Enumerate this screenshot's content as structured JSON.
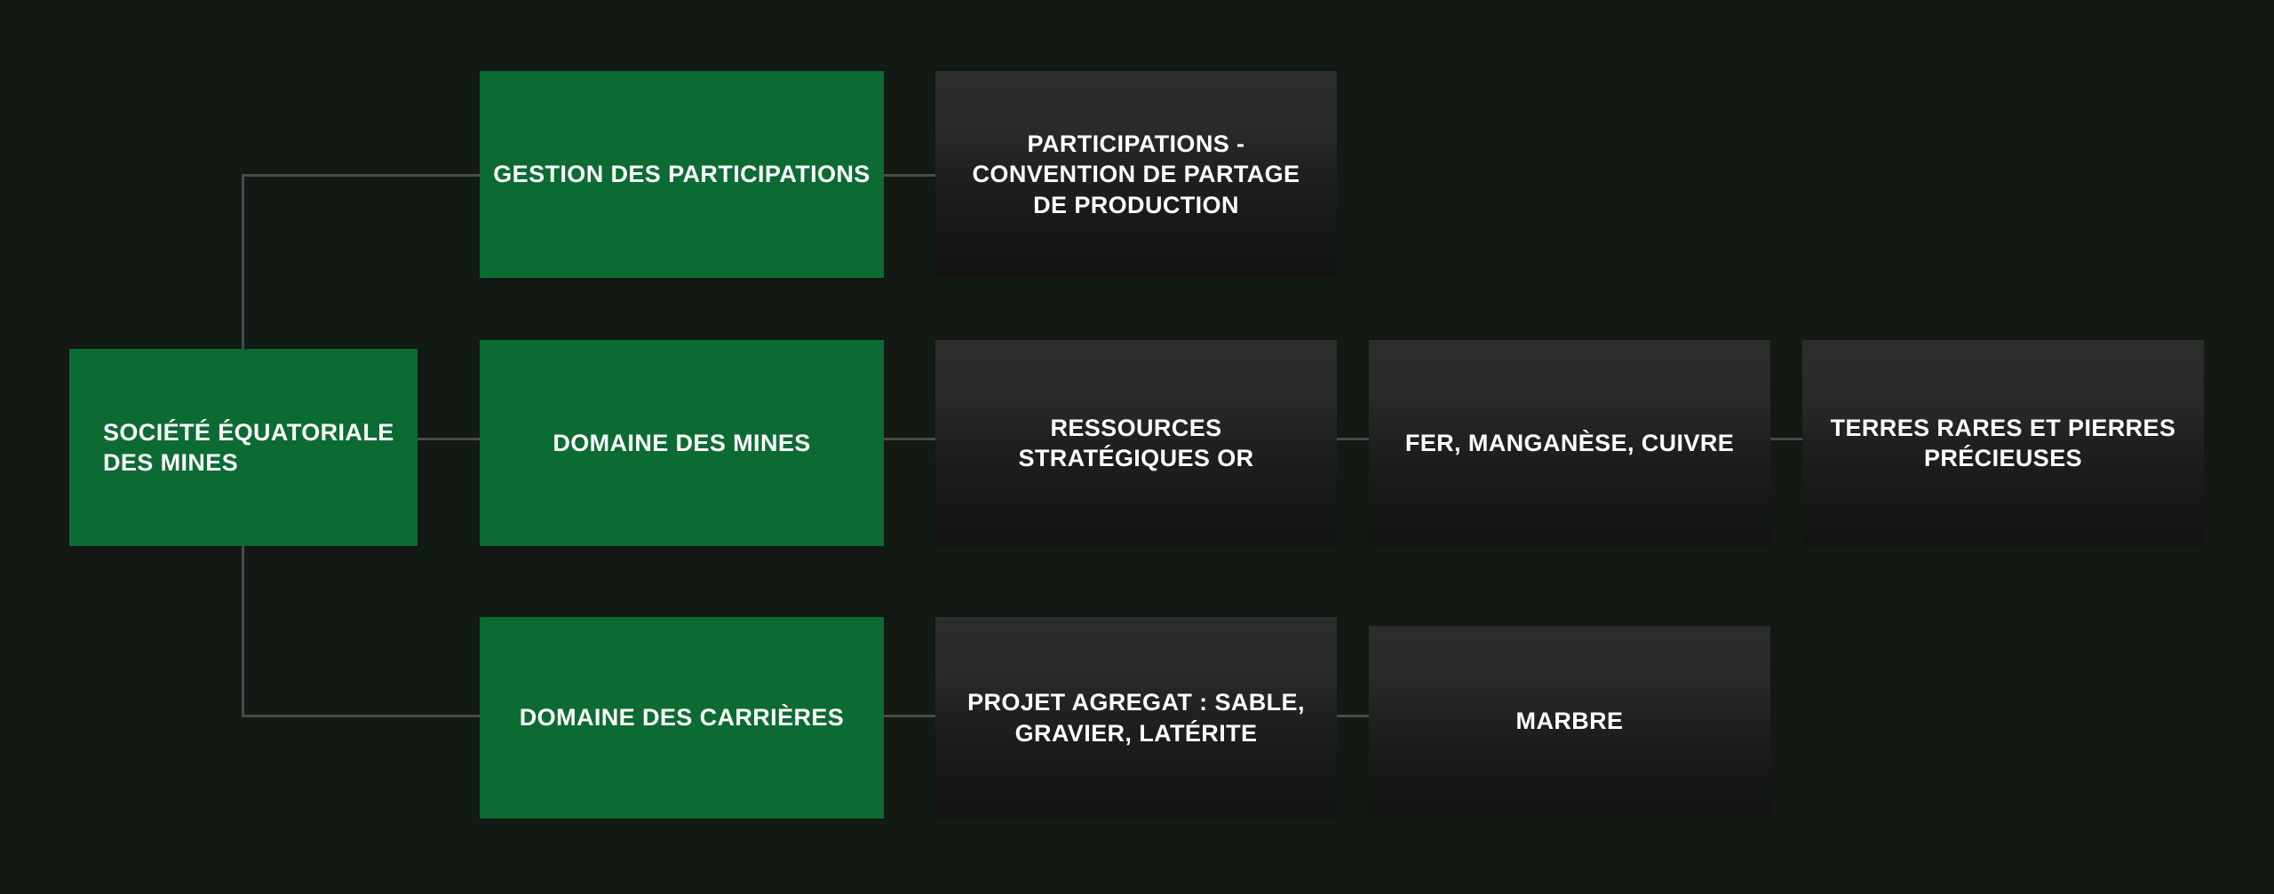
{
  "diagram": {
    "title": "Organigramme Société Équatoriale des Mines",
    "type": "organization-chart",
    "background_color": "#121a13",
    "accent_color": "#0c6b33",
    "node_dark_color": "#2c2c2c",
    "connector_color": "#4a4a4a",
    "text_color": "#ffffff"
  },
  "nodes": {
    "root": {
      "label": "SOCIÉTÉ ÉQUATORIALE DES MINES",
      "style": "green",
      "level": 1
    },
    "gestion_participations": {
      "label": "GESTION DES PARTICIPATIONS",
      "style": "green",
      "level": 2
    },
    "domaine_mines": {
      "label": "DOMAINE DES MINES",
      "style": "green",
      "level": 2
    },
    "domaine_carrieres": {
      "label": "DOMAINE DES CARRIÈRES",
      "style": "green",
      "level": 2
    },
    "participations_convention": {
      "label": "PARTICIPATIONS - CONVENTION DE PARTAGE DE PRODUCTION",
      "style": "dark",
      "level": 3
    },
    "ressources_or": {
      "label": "RESSOURCES STRATÉGIQUES OR",
      "style": "dark",
      "level": 3
    },
    "fer_manganese_cuivre": {
      "label": "FER, MANGANÈSE, CUIVRE",
      "style": "dark",
      "level": 4
    },
    "terres_rares": {
      "label": "TERRES RARES ET PIERRES PRÉCIEUSES",
      "style": "dark",
      "level": 5
    },
    "projet_agregat": {
      "label": "PROJET AGREGAT : SABLE, GRAVIER, LATÉRITE",
      "style": "dark",
      "level": 3
    },
    "marbre": {
      "label": "MARBRE",
      "style": "dark",
      "level": 4
    }
  },
  "edges": [
    {
      "from": "root",
      "to": "gestion_participations"
    },
    {
      "from": "root",
      "to": "domaine_mines"
    },
    {
      "from": "root",
      "to": "domaine_carrieres"
    },
    {
      "from": "gestion_participations",
      "to": "participations_convention"
    },
    {
      "from": "domaine_mines",
      "to": "ressources_or"
    },
    {
      "from": "ressources_or",
      "to": "fer_manganese_cuivre"
    },
    {
      "from": "fer_manganese_cuivre",
      "to": "terres_rares"
    },
    {
      "from": "domaine_carrieres",
      "to": "projet_agregat"
    },
    {
      "from": "projet_agregat",
      "to": "marbre"
    }
  ]
}
